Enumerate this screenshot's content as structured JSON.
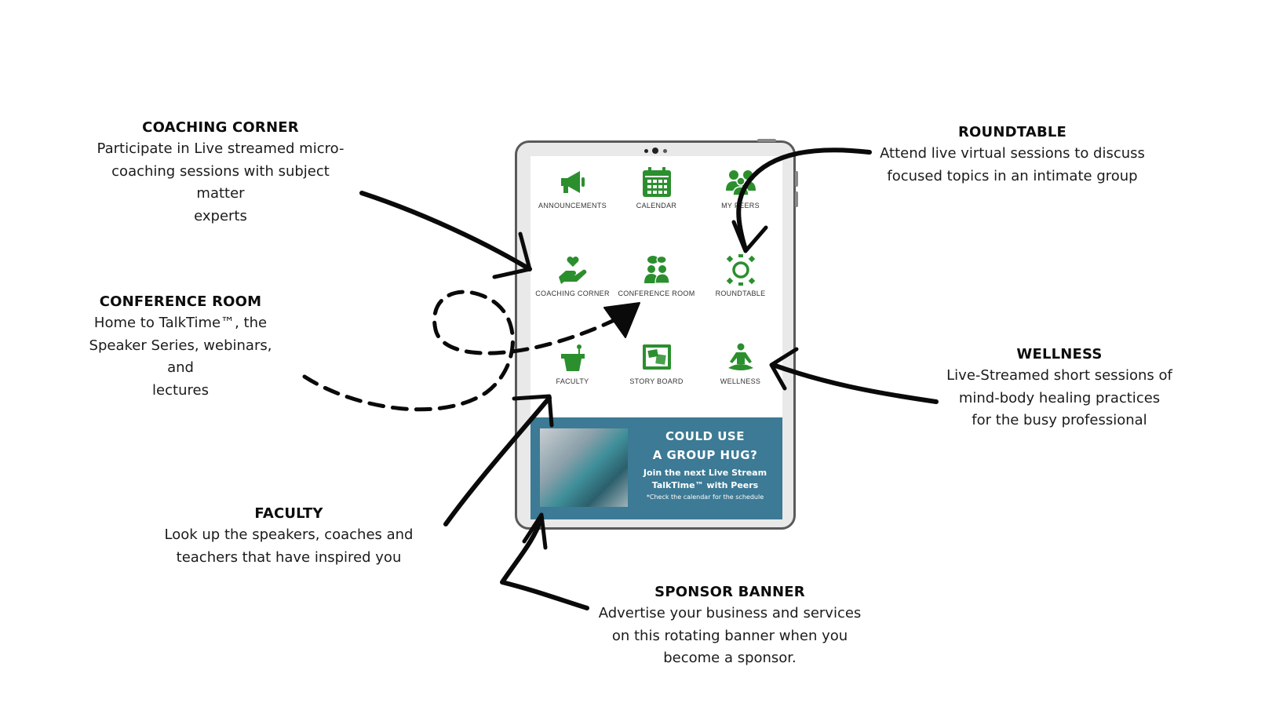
{
  "colors": {
    "icon_green": "#2b8f2e",
    "banner_blue": "#3c7a95",
    "arrow": "#0a0a0a"
  },
  "callouts": {
    "coaching_corner": {
      "title": "COACHING CORNER",
      "lines": [
        "Participate in Live streamed micro-",
        "coaching sessions with subject matter",
        "experts"
      ]
    },
    "conference_room": {
      "title": "CONFERENCE ROOM",
      "lines": [
        "Home to TalkTime™, the",
        "Speaker Series, webinars, and",
        "lectures"
      ]
    },
    "faculty": {
      "title": "FACULTY",
      "lines": [
        "Look up the speakers, coaches and",
        "teachers that have inspired you"
      ]
    },
    "roundtable": {
      "title": "ROUNDTABLE",
      "lines": [
        "Attend live virtual sessions to discuss",
        "focused topics in an intimate group"
      ]
    },
    "wellness": {
      "title": "WELLNESS",
      "lines": [
        "Live-Streamed short sessions of",
        "mind-body healing practices",
        "for the busy professional"
      ]
    },
    "sponsor_banner": {
      "title": "SPONSOR BANNER",
      "lines": [
        "Advertise your business and services",
        "on this rotating banner when you",
        "become a sponsor."
      ]
    }
  },
  "tiles": [
    {
      "label": "ANNOUNCEMENTS",
      "icon": "megaphone-icon"
    },
    {
      "label": "CALENDAR",
      "icon": "calendar-icon"
    },
    {
      "label": "MY PEERS",
      "icon": "peers-icon"
    },
    {
      "label": "COACHING CORNER",
      "icon": "heart-hand-icon"
    },
    {
      "label": "CONFERENCE ROOM",
      "icon": "chat-people-icon"
    },
    {
      "label": "ROUNDTABLE",
      "icon": "roundtable-icon"
    },
    {
      "label": "FACULTY",
      "icon": "lectern-icon"
    },
    {
      "label": "STORY BOARD",
      "icon": "storyboard-icon"
    },
    {
      "label": "WELLNESS",
      "icon": "meditation-icon"
    }
  ],
  "banner": {
    "headline_1": "COULD USE",
    "headline_2": "A GROUP HUG?",
    "sub_1": "Join the next Live Stream",
    "sub_2": "TalkTime™ with Peers",
    "note": "*Check the calendar for the schedule"
  }
}
